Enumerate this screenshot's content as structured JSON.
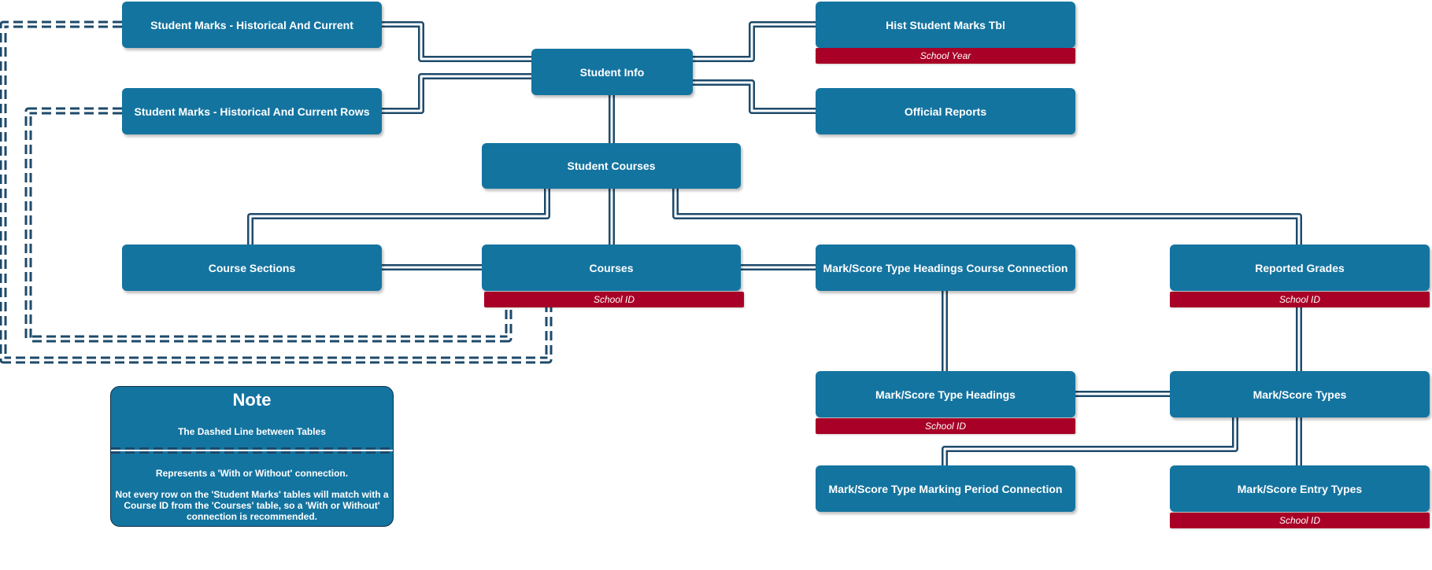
{
  "colors": {
    "node": "#1474a0",
    "tag": "#a80026",
    "connector": "#1d4a6b",
    "text": "#ffffff"
  },
  "nodes": {
    "student_marks_hist_current": "Student Marks - Historical And Current",
    "student_marks_hist_current_rows": "Student Marks - Historical And Current Rows",
    "student_info": "Student Info",
    "hist_student_marks_tbl": "Hist Student Marks Tbl",
    "official_reports": "Official Reports",
    "student_courses": "Student Courses",
    "course_sections": "Course Sections",
    "courses": "Courses",
    "mark_score_type_headings_course_connection": "Mark/Score Type Headings Course Connection",
    "reported_grades": "Reported Grades",
    "mark_score_type_headings": "Mark/Score Type Headings",
    "mark_score_types": "Mark/Score Types",
    "mark_score_type_marking_period_connection": "Mark/Score Type Marking Period Connection",
    "mark_score_entry_types": "Mark/Score Entry Types"
  },
  "tags": {
    "hist_student_marks_tbl": "School Year",
    "courses": "School ID",
    "reported_grades": "School ID",
    "mark_score_type_headings": "School ID",
    "mark_score_entry_types": "School ID"
  },
  "note": {
    "title": "Note",
    "subtitle": "The Dashed Line between Tables",
    "line1": "Represents a 'With or Without' connection.",
    "line2": "Not every row on the 'Student Marks' tables will match with a Course ID from the 'Courses' table, so a 'With or Without' connection is recommended."
  }
}
